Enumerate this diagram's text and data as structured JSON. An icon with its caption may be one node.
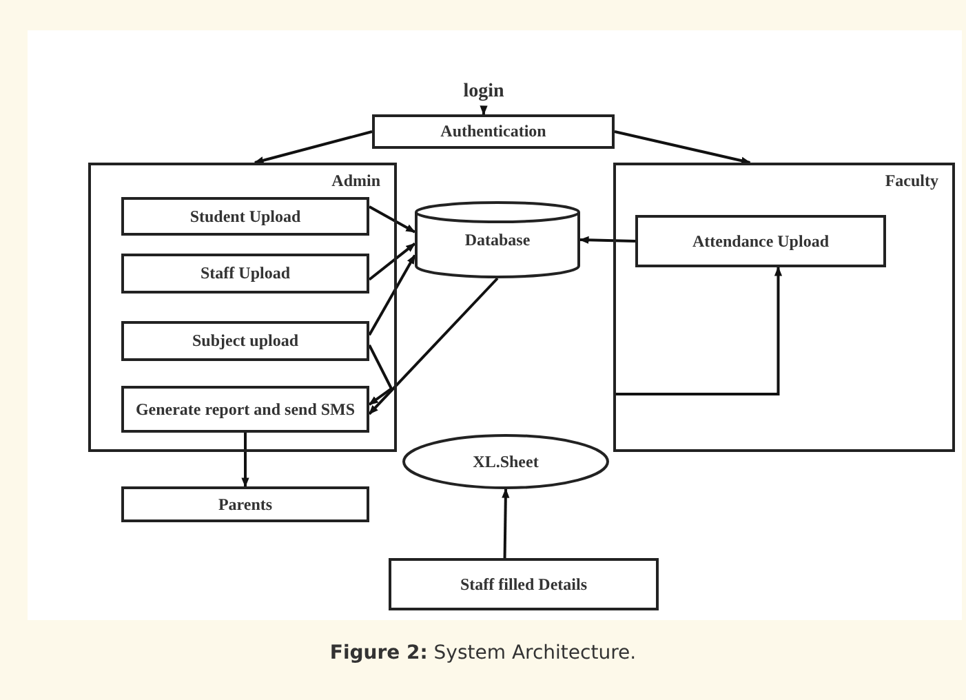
{
  "diagram": {
    "caption": "**Figure 2:** System Architecture.",
    "nodes": [
      {
        "text": [
          "login"
        ]
      },
      {
        "text": [
          "Authentication"
        ]
      },
      {
        "text": [
          "Admin"
        ]
      },
      {
        "text": [
          "Student Upload"
        ],
        "in": 2
      },
      {
        "text": [
          "Staff Upload"
        ],
        "in": 2
      },
      {
        "text": [
          "Subject upload"
        ],
        "in": 2
      },
      {
        "text": [
          "Generate report and send SMS"
        ],
        "in": 2
      },
      {
        "text": [
          "Database"
        ]
      },
      {
        "text": [
          "Faculty"
        ]
      },
      {
        "text": [
          "Attendance Upload"
        ],
        "in": 8
      },
      {
        "text": [
          "Parents"
        ]
      },
      {
        "text": [
          "XL.Sheet"
        ]
      },
      {
        "text": [
          "Staff filled Details"
        ]
      }
    ],
    "edges": [
      {
        "from": 0,
        "to": 1,
        "arrow": "to"
      },
      {
        "from": 1,
        "to": 2,
        "arrow": "to"
      },
      {
        "from": 1,
        "to": 8,
        "arrow": "to"
      },
      {
        "from": 3,
        "to": 7,
        "arrow": "to"
      },
      {
        "from": 4,
        "to": 7,
        "arrow": "to"
      },
      {
        "from": 5,
        "to": 7,
        "arrow": "to"
      },
      {
        "from": 5,
        "to": 6,
        "arrow": "to"
      },
      {
        "from": 7,
        "to": 6,
        "arrow": "to"
      },
      {
        "from": 9,
        "to": 7,
        "arrow": "to"
      },
      {
        "from": 8,
        "to": 9,
        "arrow": "to"
      },
      {
        "from": 6,
        "to": 10,
        "arrow": "to"
      },
      {
        "from": 12,
        "to": 11,
        "arrow": "to"
      }
    ]
  }
}
